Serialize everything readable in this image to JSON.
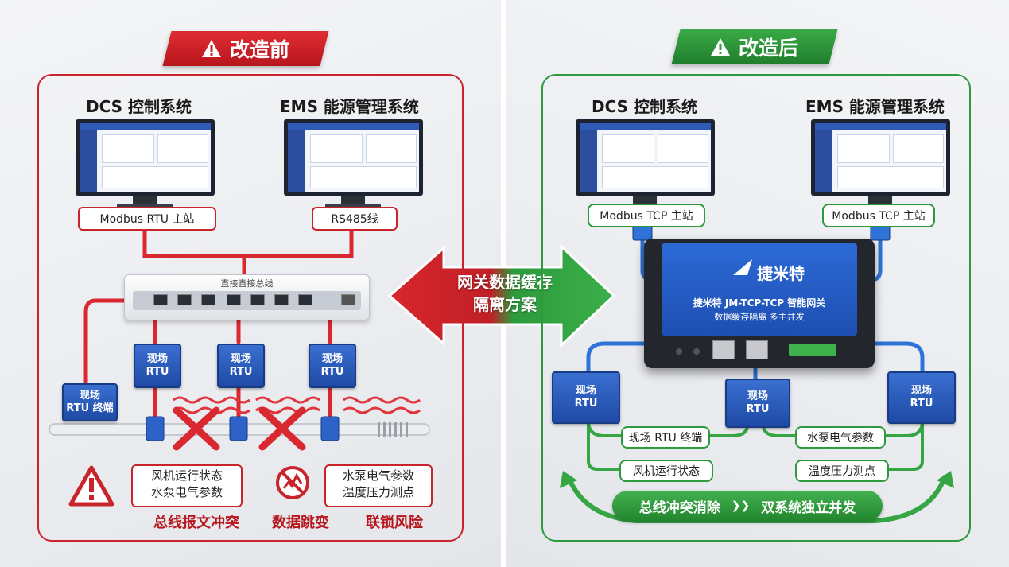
{
  "before": {
    "banner": "改造前",
    "dcs_title": "DCS 控制系统",
    "ems_title": "EMS 能源管理系统",
    "label_master": "Modbus RTU 主站",
    "label_bus": "RS485线",
    "switch_title": "直接直接总线",
    "rtu_terminal": "现场\nRTU 终端",
    "rtu_a": "现场\nRTU",
    "rtu_b": "现场\nRTU",
    "rtu_c": "现场\nRTU",
    "note_left": "风机运行状态\n水泵电气参数",
    "note_right": "水泵电气参数\n温度压力测点",
    "issue_1": "总线报文冲突",
    "issue_2": "数据跳变",
    "issue_3": "联锁风险",
    "accent": "#c8242b"
  },
  "center": {
    "arrow_text": "网关数据缓存\n隔离方案"
  },
  "after": {
    "banner": "改造后",
    "dcs_title": "DCS 控制系统",
    "ems_title": "EMS 能源管理系统",
    "label_left": "Modbus TCP 主站",
    "label_right": "Modbus TCP 主站",
    "gateway_brand": "捷米特",
    "gateway_model": "捷米特 JM-TCP-TCP 智能网关",
    "gateway_sub": "数据缓存隔离 多主并发",
    "rtu_left": "现场\nRTU",
    "rtu_mid": "现场\nRTU",
    "rtu_right": "现场\nRTU",
    "tag_rtu_terminal": "现场 RTU 终端",
    "tag_pump": "水泵电气参数",
    "tag_fan": "风机运行状态",
    "tag_temp": "温度压力测点",
    "result_1": "总线冲突消除",
    "result_2": "双系统独立并发",
    "accent": "#2e9a3e"
  }
}
